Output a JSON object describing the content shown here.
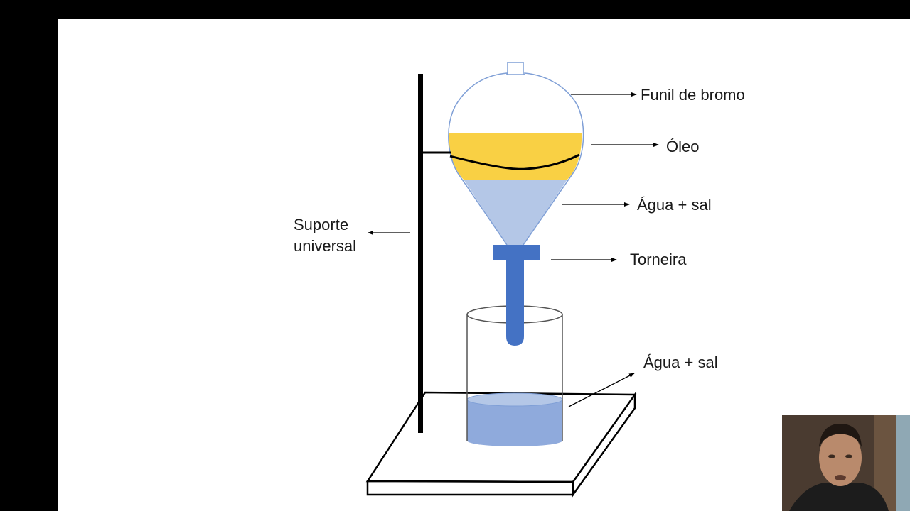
{
  "labels": {
    "funnel": "Funil de bromo",
    "oil": "Óleo",
    "water_salt_top": "Água + sal",
    "tap": "Torneira",
    "stand_line1": "Suporte",
    "stand_line2": "universal",
    "water_salt_bottom": "Água + sal"
  },
  "colors": {
    "oil": "#f9d044",
    "water": "#b4c7e7",
    "beaker_water": "#8faadc",
    "tap": "#4472c4",
    "outline": "#7f9fd6",
    "stand": "#000000"
  }
}
